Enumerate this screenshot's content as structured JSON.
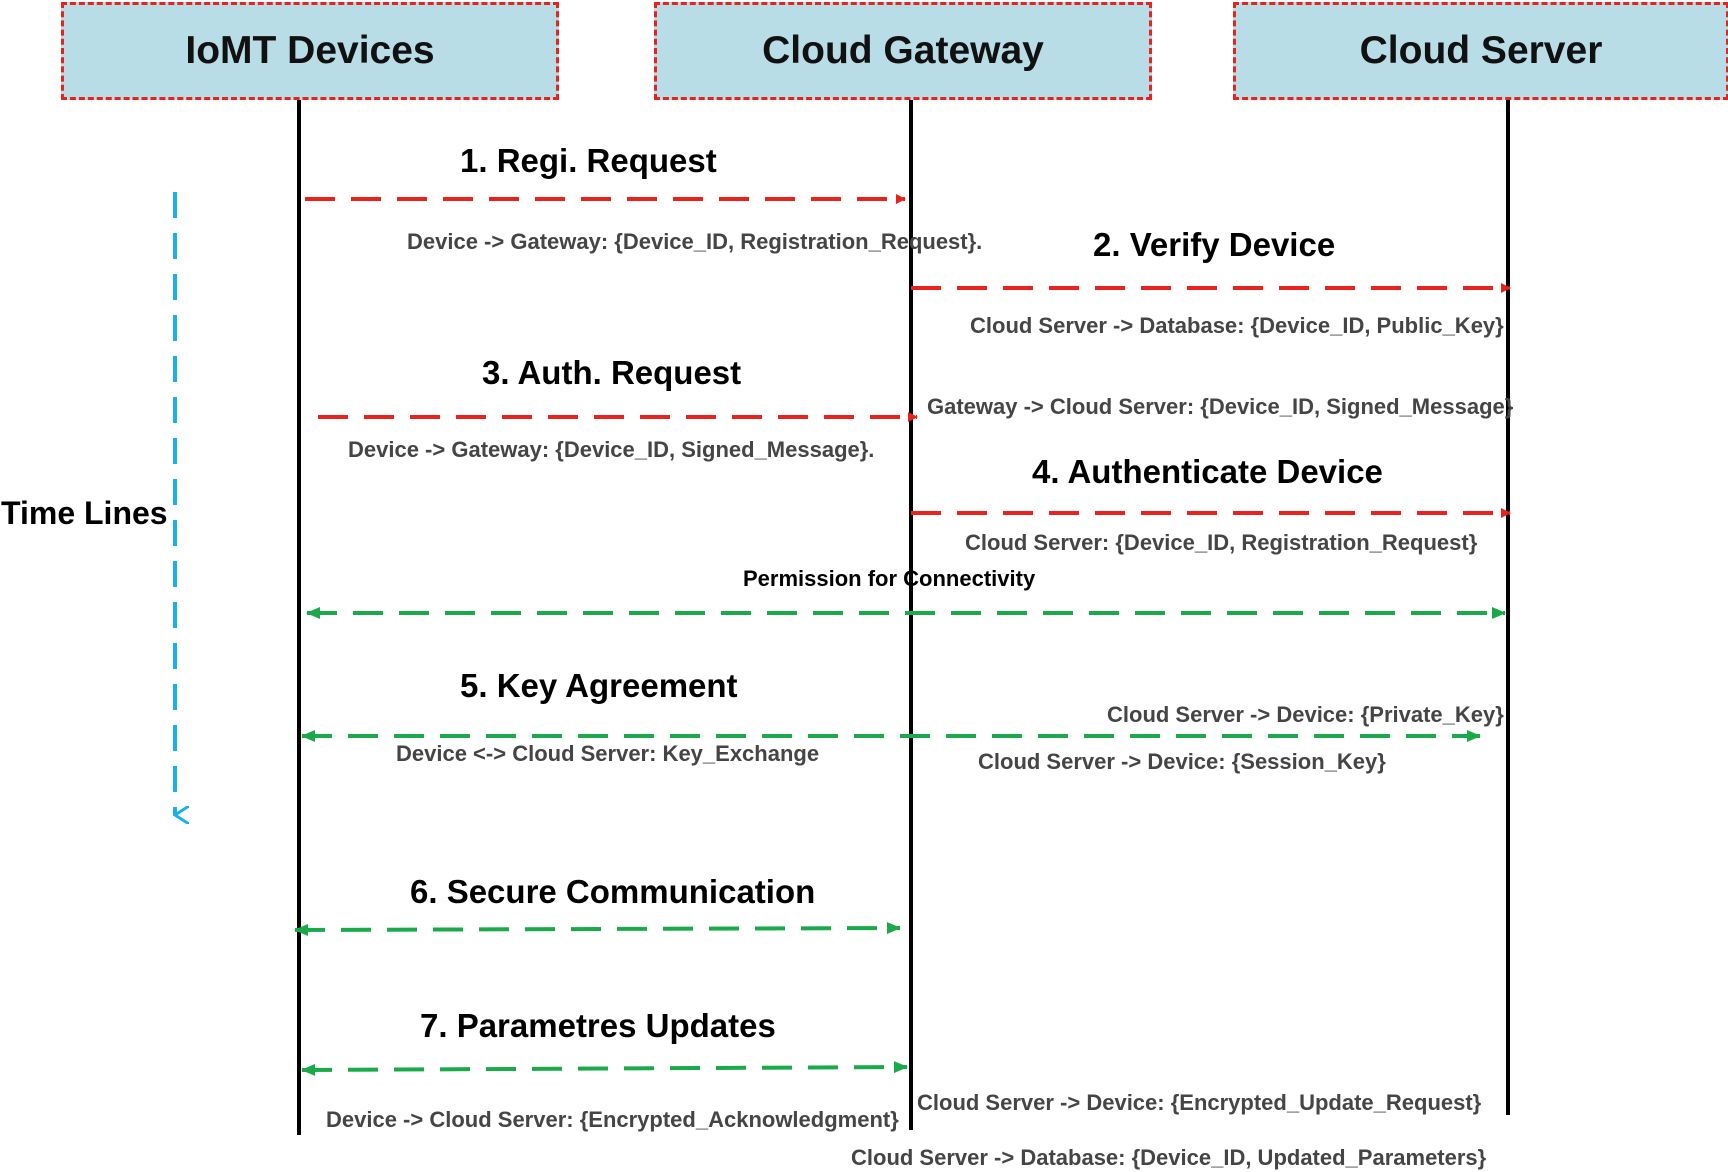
{
  "lanes": {
    "iomt": "IoMT Devices",
    "gateway": "Cloud Gateway",
    "server": "Cloud Server"
  },
  "timeline_label": "Time Lines",
  "steps": {
    "s1": "1. Regi. Request",
    "s2": "2. Verify Device",
    "s3": "3. Auth. Request",
    "s4": "4. Authenticate Device",
    "s5": "5. Key Agreement",
    "s6": "6. Secure Communication",
    "s7": "7. Parametres Updates"
  },
  "messages": {
    "m1": "Device -> Gateway: {Device_ID, Registration_Request}.",
    "m2": "Cloud Server -> Database: {Device_ID, Public_Key}",
    "m3a": "Gateway -> Cloud Server: {Device_ID, Signed_Message}",
    "m3b": "Device -> Gateway: {Device_ID, Signed_Message}.",
    "m4": "Cloud Server: {Device_ID, Registration_Request}",
    "perm": "Permission for Connectivity",
    "m5a": "Cloud Server -> Device: {Private_Key}",
    "m5b": "Device <-> Cloud Server: Key_Exchange",
    "m5c": "Cloud Server -> Device: {Session_Key}",
    "m7a": "Cloud Server -> Device: {Encrypted_Update_Request}",
    "m7b": "Device -> Cloud Server: {Encrypted_Acknowledgment}",
    "m7c": "Cloud Server -> Database: {Device_ID, Updated_Parameters}"
  },
  "colors": {
    "request_arrow": "#e8231e",
    "bidirectional_arrow": "#1aaa4a",
    "timeline_arrow": "#1ab0e8",
    "lane_fill": "#b8dde6"
  }
}
